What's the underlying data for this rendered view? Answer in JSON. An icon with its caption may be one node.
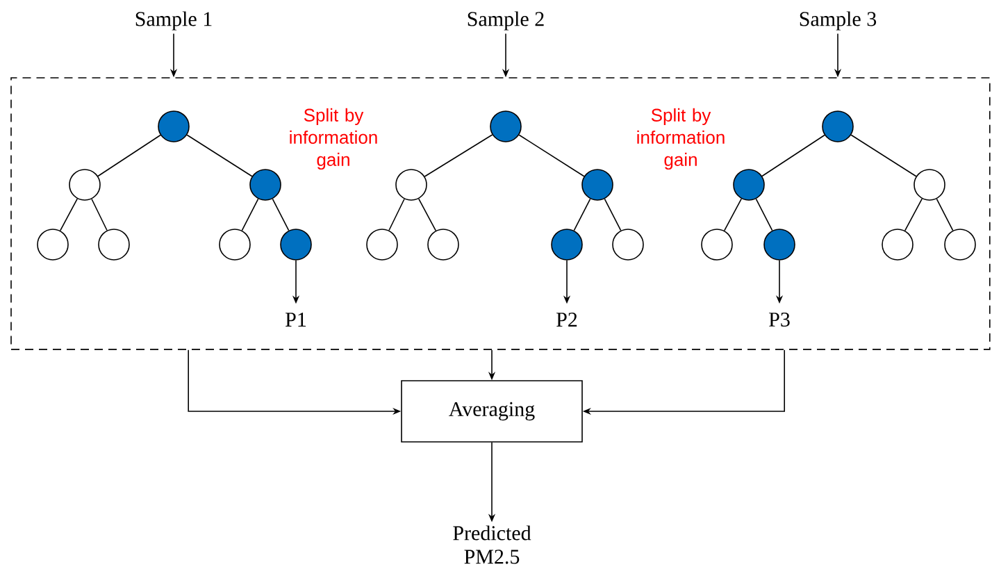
{
  "diagram": {
    "nodes": [
      {
        "text": [
          "Sample 1"
        ]
      },
      {
        "text": [
          "Sample 2"
        ]
      },
      {
        "text": [
          "Sample 3"
        ]
      },
      {
        "text": [],
        "shape": "box"
      },
      {
        "text": [],
        "shape": "circle",
        "in": 3
      },
      {
        "text": [],
        "shape": "circle",
        "in": 3
      },
      {
        "text": [],
        "shape": "circle",
        "in": 3
      },
      {
        "text": [],
        "shape": "circle",
        "in": 3
      },
      {
        "text": [],
        "shape": "circle",
        "in": 3
      },
      {
        "text": [],
        "shape": "circle",
        "in": 3
      },
      {
        "text": [],
        "shape": "circle",
        "in": 3
      },
      {
        "text": [],
        "shape": "circle",
        "in": 3
      },
      {
        "text": [],
        "shape": "circle",
        "in": 3
      },
      {
        "text": [],
        "shape": "circle",
        "in": 3
      },
      {
        "text": [],
        "shape": "circle",
        "in": 3
      },
      {
        "text": [],
        "shape": "circle",
        "in": 3
      },
      {
        "text": [],
        "shape": "circle",
        "in": 3
      },
      {
        "text": [],
        "shape": "circle",
        "in": 3
      },
      {
        "text": [],
        "shape": "circle",
        "in": 3
      },
      {
        "text": [],
        "shape": "circle",
        "in": 3
      },
      {
        "text": [],
        "shape": "circle",
        "in": 3
      },
      {
        "text": [],
        "shape": "circle",
        "in": 3
      },
      {
        "text": [],
        "shape": "circle",
        "in": 3
      },
      {
        "text": [],
        "shape": "circle",
        "in": 3
      },
      {
        "text": [],
        "shape": "circle",
        "in": 3
      },
      {
        "text": [
          "P1"
        ],
        "in": 3
      },
      {
        "text": [
          "P2"
        ],
        "in": 3
      },
      {
        "text": [
          "P3"
        ],
        "in": 3
      },
      {
        "text": [
          "Averaging"
        ]
      },
      {
        "text": [
          "Predicted PM2.5"
        ]
      }
    ],
    "edges": [
      {
        "from": 0,
        "to": 3,
        "arrow": "to"
      },
      {
        "from": 1,
        "to": 3,
        "arrow": "to"
      },
      {
        "from": 2,
        "to": 3,
        "arrow": "to"
      },
      {
        "from": 4,
        "to": 5,
        "arrow": "none"
      },
      {
        "from": 4,
        "to": 6,
        "arrow": "none"
      },
      {
        "from": 5,
        "to": 7,
        "arrow": "none"
      },
      {
        "from": 5,
        "to": 8,
        "arrow": "none"
      },
      {
        "from": 6,
        "to": 9,
        "arrow": "none"
      },
      {
        "from": 6,
        "to": 10,
        "arrow": "none"
      },
      {
        "from": 11,
        "to": 12,
        "arrow": "none"
      },
      {
        "from": 11,
        "to": 13,
        "arrow": "none"
      },
      {
        "from": 12,
        "to": 14,
        "arrow": "none"
      },
      {
        "from": 12,
        "to": 15,
        "arrow": "none"
      },
      {
        "from": 13,
        "to": 16,
        "arrow": "none"
      },
      {
        "from": 13,
        "to": 17,
        "arrow": "none"
      },
      {
        "from": 18,
        "to": 19,
        "arrow": "none"
      },
      {
        "from": 18,
        "to": 20,
        "arrow": "none"
      },
      {
        "from": 19,
        "to": 21,
        "arrow": "none"
      },
      {
        "from": 19,
        "to": 22,
        "arrow": "none"
      },
      {
        "from": 20,
        "to": 23,
        "arrow": "none"
      },
      {
        "from": 20,
        "to": 24,
        "arrow": "none"
      },
      {
        "from": 10,
        "to": 25,
        "arrow": "to"
      },
      {
        "from": 16,
        "to": 26,
        "arrow": "to"
      },
      {
        "from": 22,
        "to": 27,
        "arrow": "to"
      },
      {
        "from": 3,
        "to": 28,
        "arrow": "to"
      },
      {
        "from": 3,
        "to": 28,
        "arrow": "to"
      },
      {
        "from": 3,
        "to": 28,
        "arrow": "to"
      },
      {
        "from": 28,
        "to": 29,
        "arrow": "to"
      }
    ],
    "labels": [
      "Split by information gain",
      "Split by information gain"
    ]
  }
}
